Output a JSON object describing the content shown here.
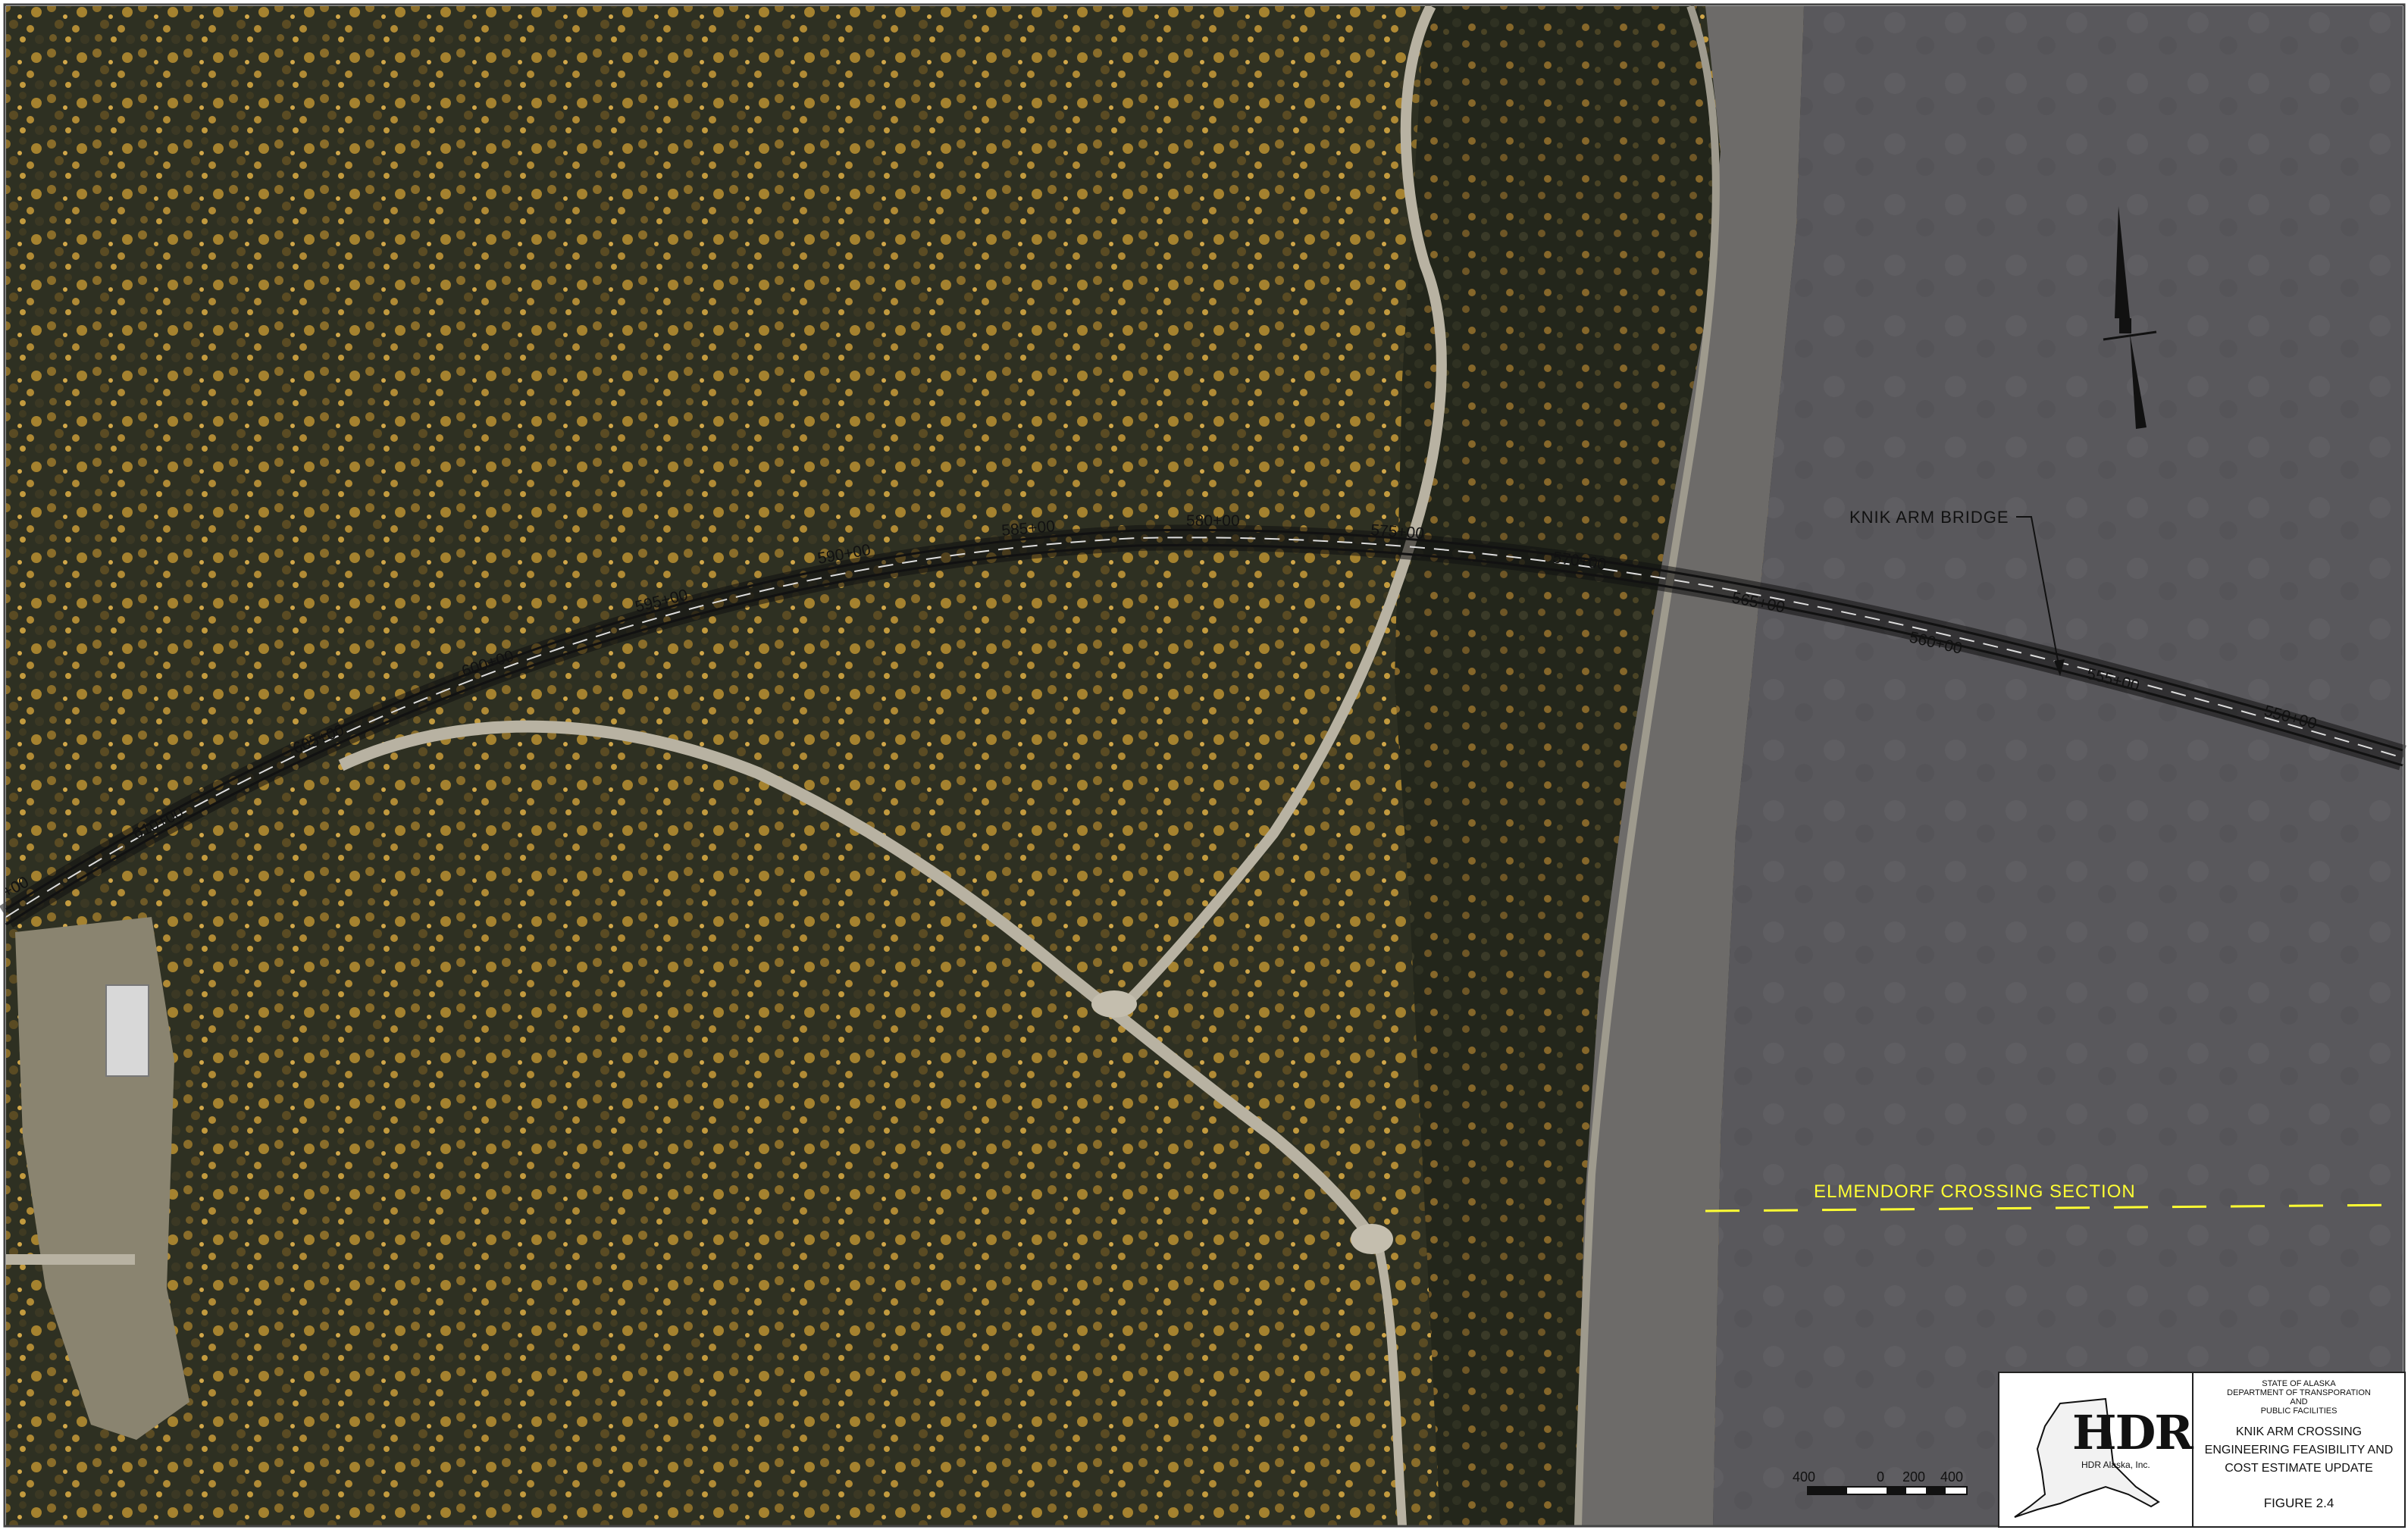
{
  "map": {
    "stations": [
      "610+00",
      "605+00",
      "600+00",
      "595+00",
      "590+00",
      "585+00",
      "580+00",
      "575+00",
      "570+00",
      "565+00",
      "560+00",
      "555+00",
      "550+00"
    ],
    "partial_station": "+00",
    "bridge_label": "KNIK ARM BRIDGE",
    "section_label": "ELMENDORF CROSSING SECTION",
    "colors": {
      "forest_dark": "#2a2d1f",
      "forest_gold": "#9a7a2e",
      "road": "#b8b2a2",
      "water": "#5b5a5e",
      "mudflat": "#75726f",
      "section_line": "#ffff33",
      "alignment": "#111111"
    }
  },
  "scale_bar": {
    "labels": [
      "400",
      "0",
      "200",
      "400"
    ]
  },
  "title_block": {
    "agency_line1": "STATE OF ALASKA",
    "agency_line2": "DEPARTMENT OF TRANSPORATION",
    "agency_line3": "AND",
    "agency_line4": "PUBLIC FACILITIES",
    "project_line1": "KNIK ARM CROSSING",
    "project_line2": "ENGINEERING FEASIBILITY AND",
    "project_line3": "COST ESTIMATE UPDATE",
    "figure": "FIGURE 2.4",
    "logo_text": "HDR",
    "logo_sub": "HDR Alaska, Inc."
  },
  "icons": {
    "north_arrow": "north-arrow-icon",
    "alaska_outline": "alaska-outline-icon"
  }
}
